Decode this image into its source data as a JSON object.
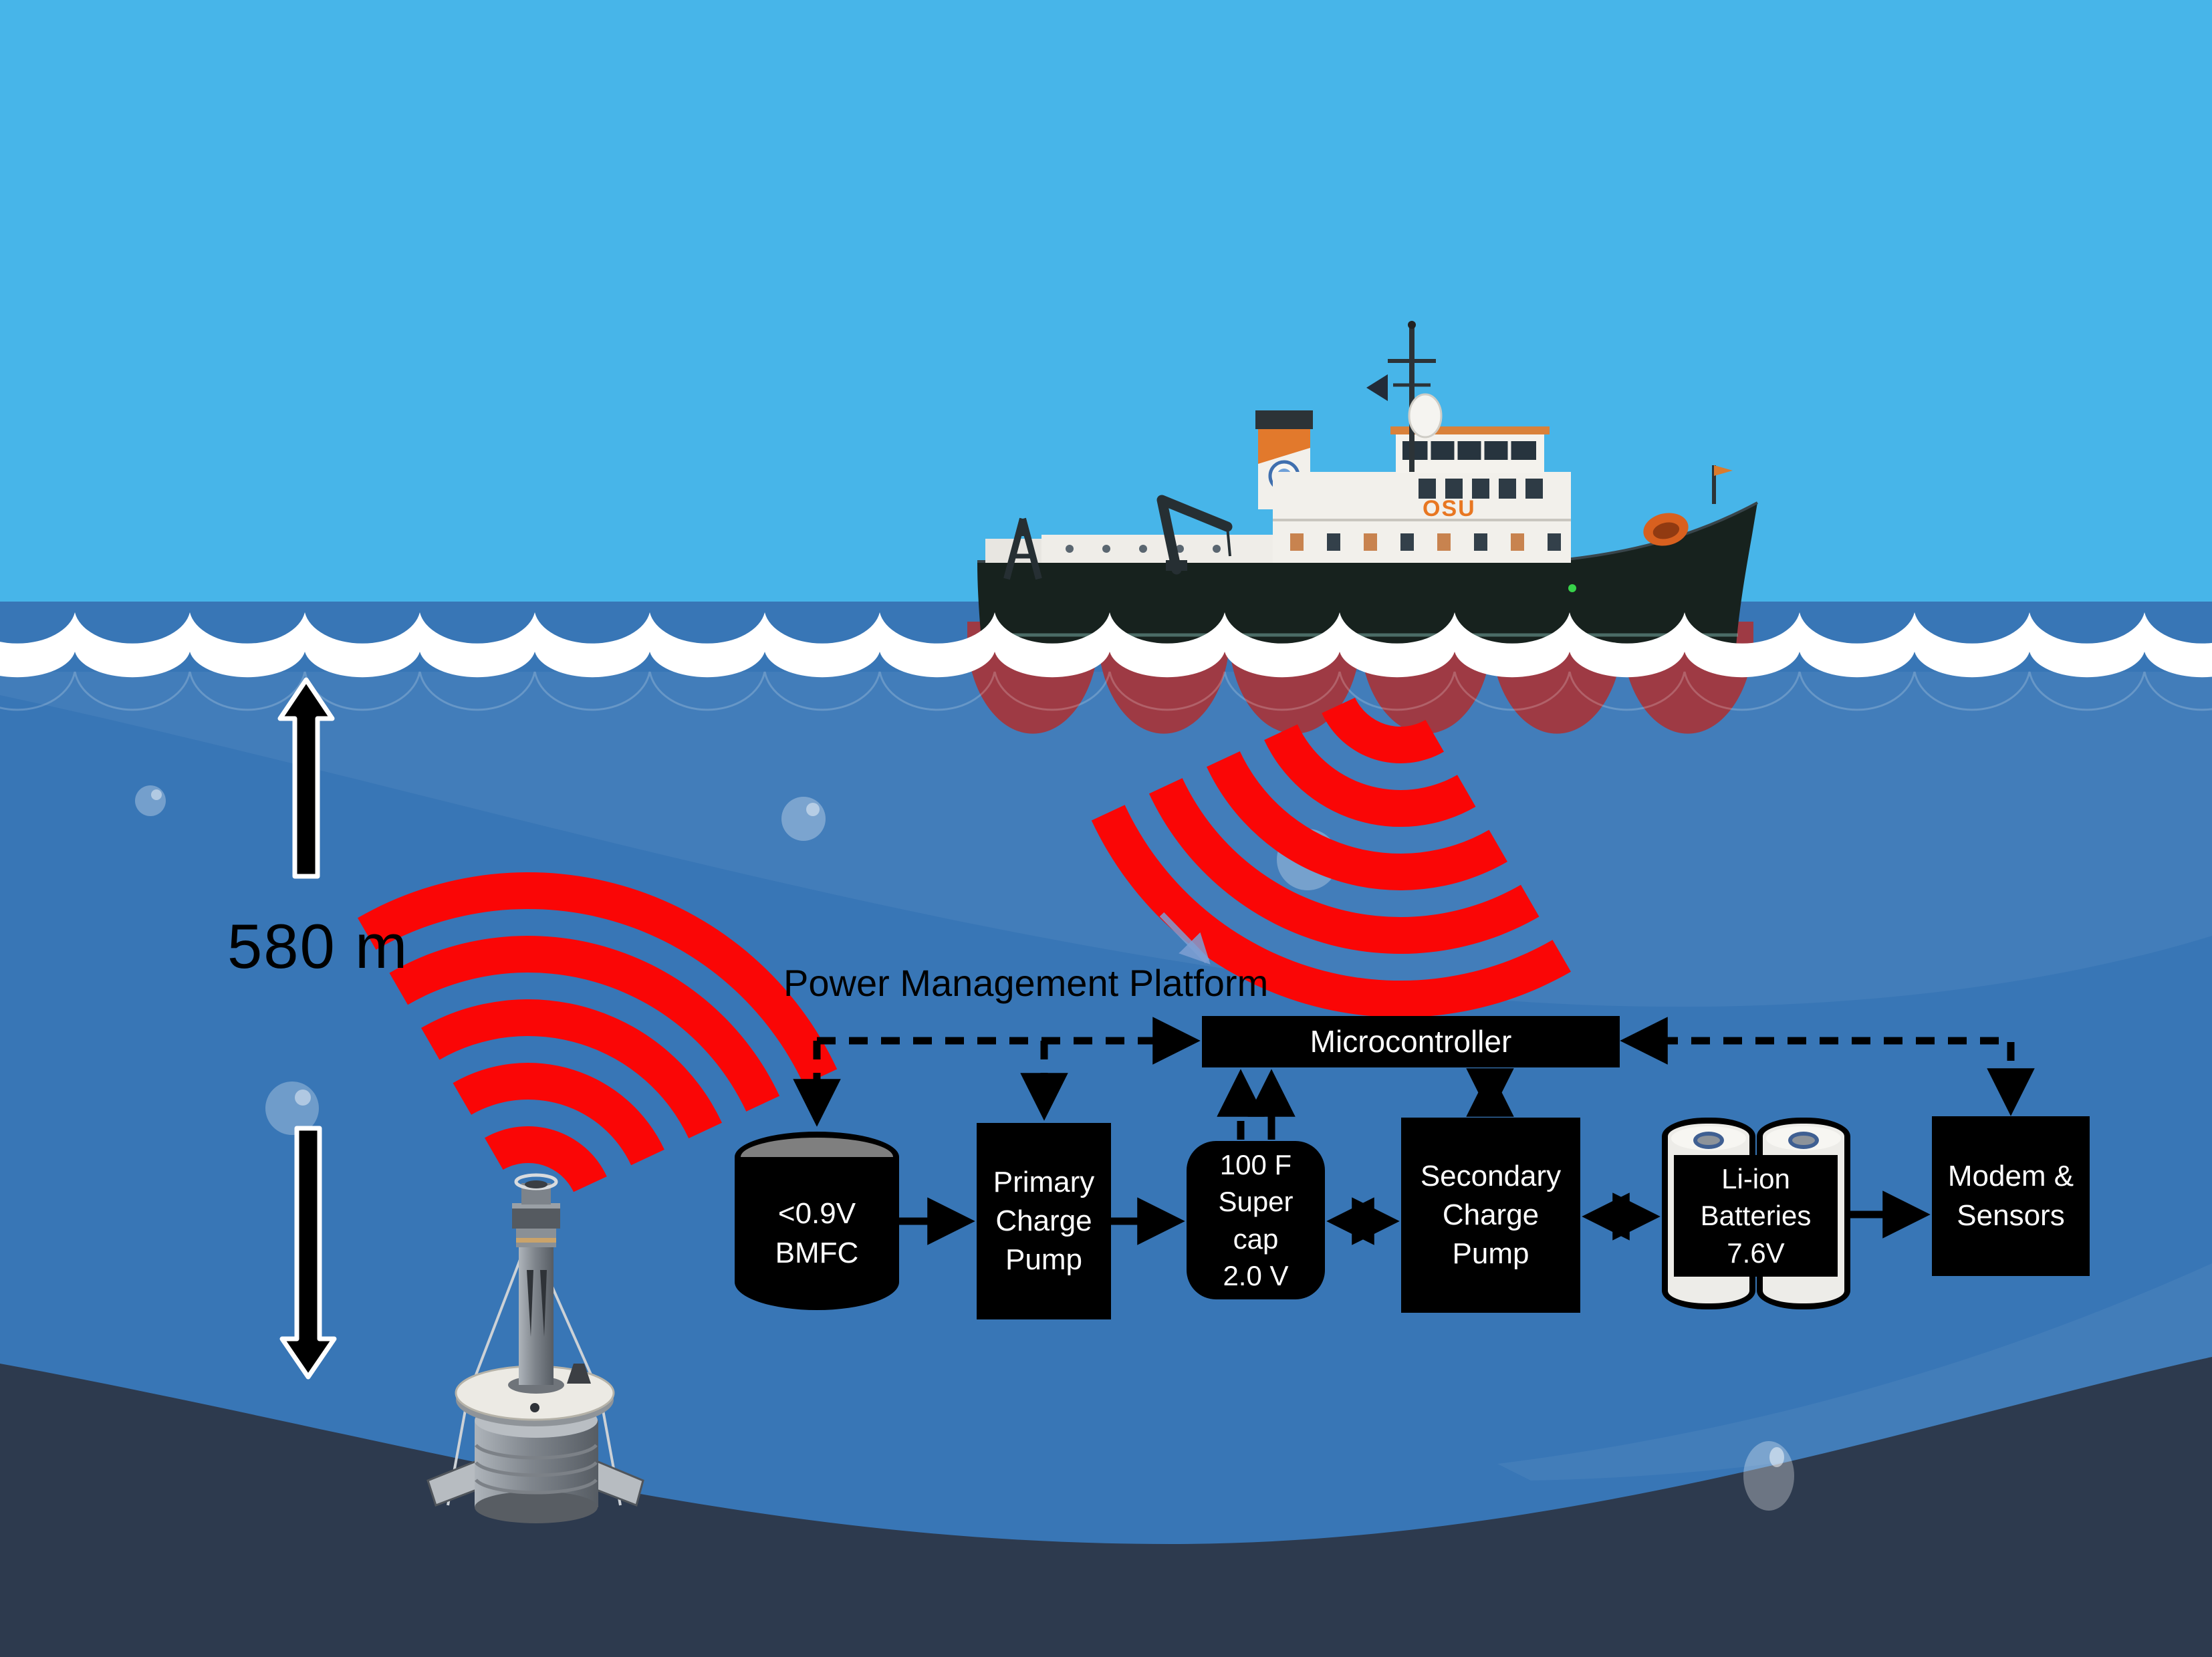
{
  "labels": {
    "depth": "580 m",
    "platform": "Power Management Platform"
  },
  "ship": {
    "osu": "OSU"
  },
  "blocks": {
    "microcontroller": "Microcontroller",
    "bmfc": "<0.9V\nBMFC",
    "primary": "Primary\nCharge\nPump",
    "supercap": "100 F\nSuper\ncap\n2.0 V",
    "secondary": "Secondary\nCharge\nPump",
    "batteries": "Li-ion\nBatteries\n7.6V",
    "modem": "Modem &\nSensors"
  },
  "colors": {
    "sky": "#47b5e9",
    "ocean": "#3876b6",
    "seafloor": "#2d3a4e",
    "wave_foam": "#ffffff",
    "sonar_red": "#fa0606",
    "block_bg": "#000000",
    "block_text": "#ffffff",
    "hull_dark": "#17221e",
    "hull_red": "#9e3a44"
  }
}
